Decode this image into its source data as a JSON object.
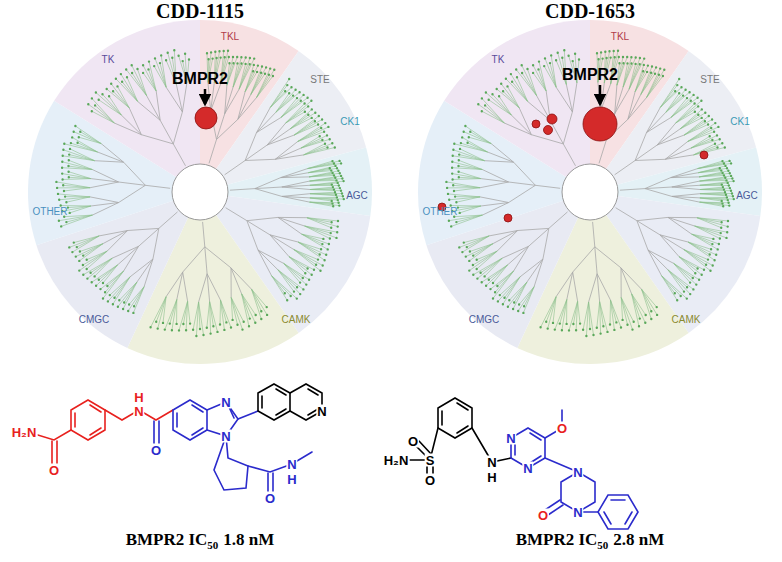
{
  "diagram": {
    "labels": [
      "CDD-1115",
      "CDD-1653",
      "TK",
      "TKL",
      "STE",
      "CK1",
      "AGC",
      "CAMK",
      "CMGC",
      "OTHER",
      "BMPR2",
      "TK",
      "TKL",
      "STE",
      "CK1",
      "AGC",
      "CAMK",
      "CMGC",
      "OTHER",
      "BMPR2",
      "H₂N",
      "O",
      "H",
      "N",
      "O",
      "N",
      "N",
      "N",
      "H",
      "N",
      "O",
      "H₂N",
      "S",
      "O",
      "O",
      "N",
      "H",
      "N",
      "N",
      "O",
      "N",
      "N",
      "O",
      "BMPR2 IC",
      "50",
      "1.8 nM",
      "BMPR2 IC",
      "50",
      "2.8 nM"
    ]
  }
}
